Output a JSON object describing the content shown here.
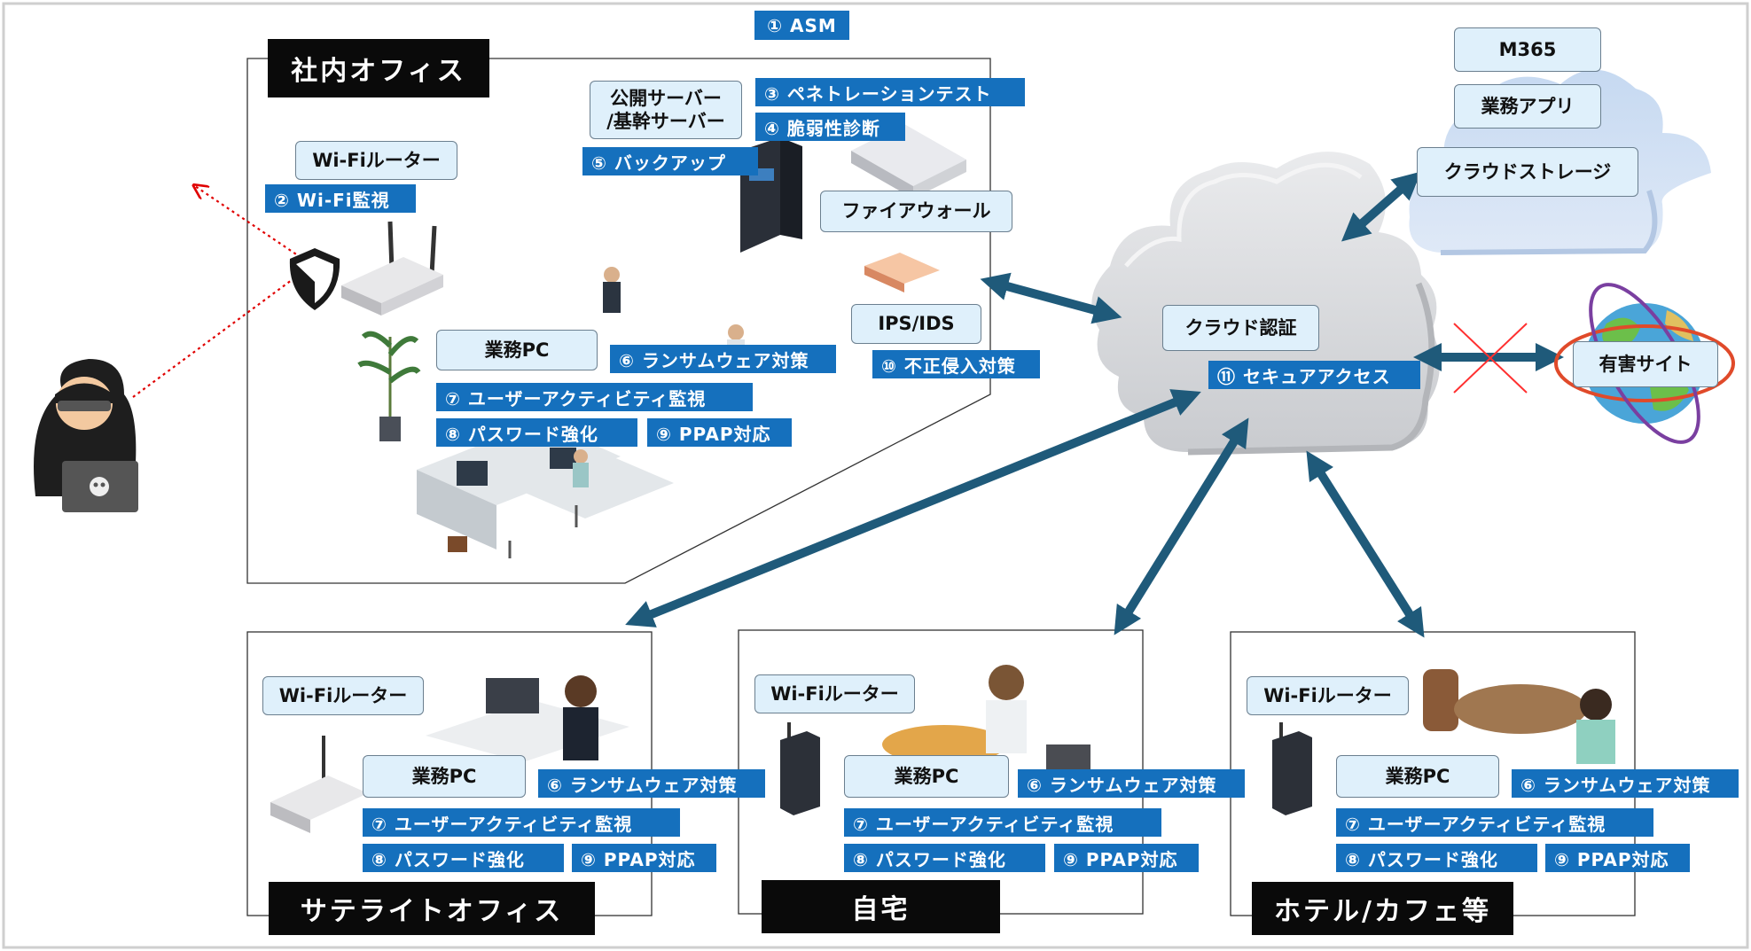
{
  "asm": "① ASM",
  "office": {
    "title": "社内オフィス",
    "wifi_router": "Wi-Fiルーター",
    "wifi_monitor": "② Wi-Fi監視",
    "public_server": "公開サーバー\n/基幹サーバー",
    "pentest": "③ ペネトレーションテスト",
    "vuln": "④ 脆弱性診断",
    "backup": "⑤ バックアップ",
    "firewall": "ファイアウォール",
    "ips": "IPS/IDS",
    "intrusion": "⑩ 不正侵入対策",
    "pc": "業務PC",
    "ransomware": "⑥ ランサムウェア対策",
    "activity": "⑦ ユーザーアクティビティ監視",
    "password": "⑧ パスワード強化",
    "ppap": "⑨ PPAP対応"
  },
  "cloud": {
    "auth": "クラウド認証",
    "secure_access": "⑪ セキュアアクセス",
    "harmful_site": "有害サイト"
  },
  "saas": {
    "m365": "M365",
    "apps": "業務アプリ",
    "storage": "クラウドストレージ"
  },
  "sites": [
    {
      "title": "サテライトオフィス",
      "wifi": "Wi-Fiルーター",
      "pc": "業務PC",
      "ransomware": "⑥ ランサムウェア対策",
      "activity": "⑦ ユーザーアクティビティ監視",
      "password": "⑧ パスワード強化",
      "ppap": "⑨ PPAP対応"
    },
    {
      "title": "自宅",
      "wifi": "Wi-Fiルーター",
      "pc": "業務PC",
      "ransomware": "⑥ ランサムウェア対策",
      "activity": "⑦ ユーザーアクティビティ監視",
      "password": "⑧ パスワード強化",
      "ppap": "⑨ PPAP対応"
    },
    {
      "title": "ホテル/カフェ等",
      "wifi": "Wi-Fiルーター",
      "pc": "業務PC",
      "ransomware": "⑥ ランサムウェア対策",
      "activity": "⑦ ユーザーアクティビティ監視",
      "password": "⑧ パスワード強化",
      "ppap": "⑨ PPAP対応"
    }
  ],
  "colors": {
    "tag": "#1570bd",
    "label_bg": "#dff0fb",
    "arrow": "#1f5a7a",
    "threat": "#e00000"
  }
}
